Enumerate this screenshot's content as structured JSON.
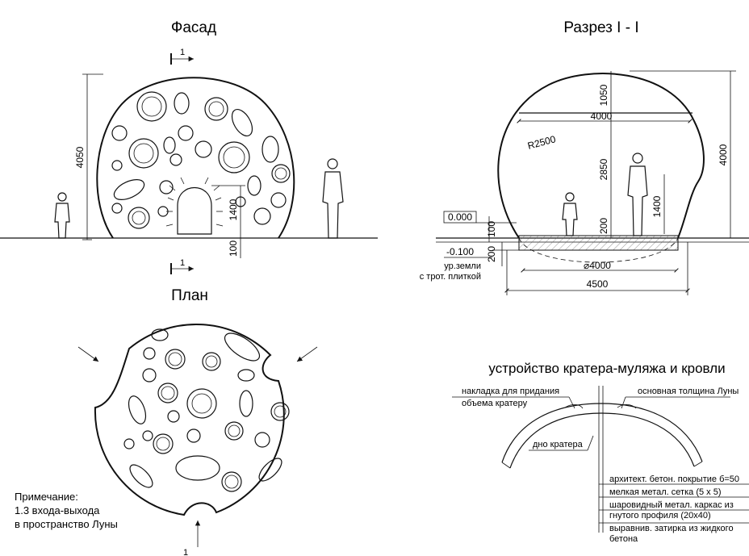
{
  "facade": {
    "title": "Фасад",
    "section_mark_top": "1",
    "section_mark_bottom": "1",
    "dim_height": "4050",
    "dim_door": "1400",
    "dim_plinth": "100"
  },
  "section": {
    "title": "Разрез I - I",
    "dim_top": "1050",
    "dim_width_top": "4000",
    "radius": "R2500",
    "dim_mid": "2850",
    "dim_total": "4000",
    "dim_person": "1400",
    "dim_floor": "200",
    "level_zero": "0.000",
    "level_ground": "-0.100",
    "dim_100": "100",
    "dim_200": "200",
    "ground_label_1": "ур.земли",
    "ground_label_2": "с трот. плиткой",
    "dim_diameter": "⌀4000",
    "dim_base": "4500"
  },
  "plan": {
    "title": "План",
    "section_mark": "1",
    "note_title": "Примечание:",
    "note_line1": "1.3 входа-выхода",
    "note_line2": "в пространство Луны"
  },
  "detail": {
    "title": "устройство кратера-муляжа и кровли",
    "label_overlay_1": "накладка для придания",
    "label_overlay_2": "объема кратеру",
    "label_thickness": "основная толщина Луны",
    "label_bottom": "дно кратера",
    "layers": [
      "архитект. бетон. покрытие б=50",
      "мелкая метал. сетка (5 х 5)",
      "шаровидный метал. каркас из",
      "гнутого профиля (20х40)",
      "выравнив. затирка из жидкого",
      "бетона"
    ]
  }
}
